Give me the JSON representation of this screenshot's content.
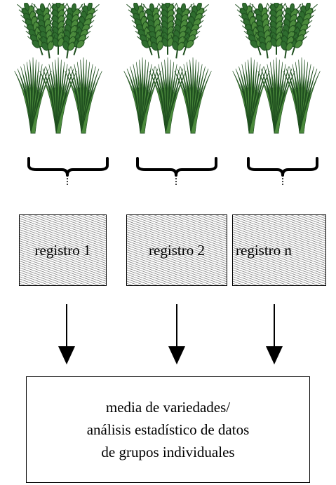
{
  "records": [
    {
      "label": "registro 1"
    },
    {
      "label": "registro 2"
    },
    {
      "label": "registro n"
    }
  ],
  "result": {
    "line1": "media de variedades/",
    "line2": "análisis estadístico de datos",
    "line3": "de grupos individuales"
  },
  "colors": {
    "plant_dark": "#1f4f1f",
    "plant_mid": "#2f6d2f",
    "plant_light": "#4b8a3c",
    "hatch": "#9a9a9a"
  },
  "icons": {
    "plant": "wheat-plant-icon",
    "brace": "curly-brace-icon",
    "arrow": "arrow-down-icon"
  }
}
